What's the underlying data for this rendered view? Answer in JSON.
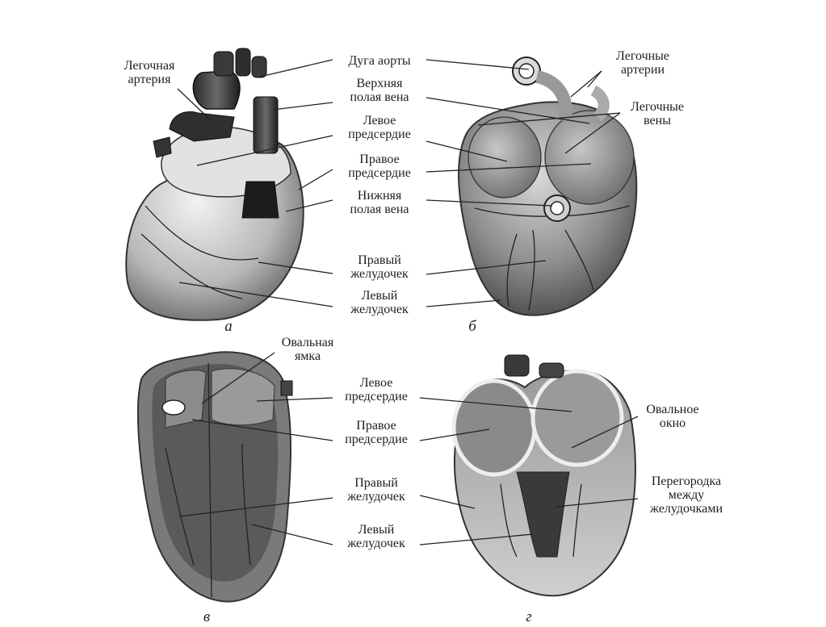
{
  "labels": {
    "legochnaya_arteriya": [
      "Легочная",
      "артерия"
    ],
    "duga_aorty": [
      "Дуга аорты"
    ],
    "verhnyaya_polaya_vena": [
      "Верхняя",
      "полая вена"
    ],
    "levoe_predserdie_a": [
      "Левое",
      "предсердие"
    ],
    "pravoe_predserdie_a": [
      "Правое",
      "предсердие"
    ],
    "nizhnyaya_polaya_vena": [
      "Нижняя",
      "полая вена"
    ],
    "pravyi_zheludochek_a": [
      "Правый",
      "желудочек"
    ],
    "levyi_zheludochek_a": [
      "Левый",
      "желудочек"
    ],
    "legochnye_arterii": [
      "Легочные",
      "артерии"
    ],
    "legochnye_veny": [
      "Легочные",
      "вены"
    ],
    "ovalnaya_yamka": [
      "Овальная",
      "ямка"
    ],
    "levoe_predserdie_v": [
      "Левое",
      "предсердие"
    ],
    "pravoe_predserdie_v": [
      "Правое",
      "предсердие"
    ],
    "pravyi_zheludochek_v": [
      "Правый",
      "желудочек"
    ],
    "levyi_zheludochek_v": [
      "Левый",
      "желудочек"
    ],
    "ovalnoe_okno": [
      "Овальное",
      "окно"
    ],
    "peregorodka": [
      "Перегородка",
      "между",
      "желудочками"
    ]
  },
  "panels": {
    "a": "а",
    "b": "б",
    "v": "в",
    "g": "г"
  }
}
